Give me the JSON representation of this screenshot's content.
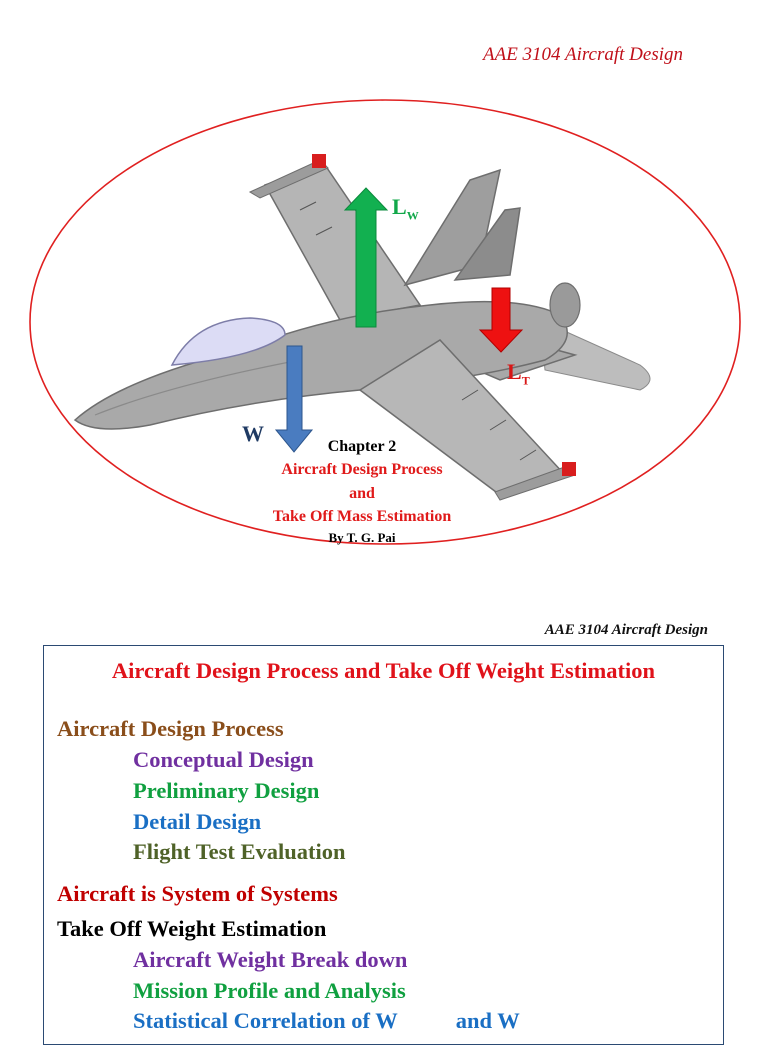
{
  "slide1": {
    "course": "AAE 3104 Aircraft Design",
    "labels": {
      "lift_wing": "L",
      "lift_wing_sub": "W",
      "lift_tail": "L",
      "lift_tail_sub": "T",
      "weight": "W"
    },
    "chapter": "Chapter 2",
    "title_line1": "Aircraft Design Process",
    "title_line2": "and",
    "title_line3": "Take Off Mass Estimation",
    "author": "By T. G. Pai"
  },
  "slide2": {
    "course": "AAE 3104 Aircraft Design",
    "title": "Aircraft Design Process and Take Off Weight Estimation",
    "items": [
      {
        "text": "Aircraft Design Process",
        "color": "#8a4e1b"
      },
      {
        "text": "Conceptual Design",
        "color": "#7030a0"
      },
      {
        "text": "Preliminary Design",
        "color": "#10a040"
      },
      {
        "text": "Detail Design",
        "color": "#1a6fc4"
      },
      {
        "text": "Flight Test Evaluation",
        "color": "#4f6228"
      },
      {
        "text": "Aircraft is System of Systems",
        "color": "#c00000"
      },
      {
        "text": "Take Off Weight Estimation",
        "color": "#000000"
      },
      {
        "text": "Aircraft Weight Break down",
        "color": "#7030a0"
      },
      {
        "text": "Mission Profile and Analysis",
        "color": "#10a040"
      },
      {
        "text": "Statistical Correlation of W",
        "text_tail": "and W",
        "color": "#1a6fc4"
      }
    ]
  }
}
